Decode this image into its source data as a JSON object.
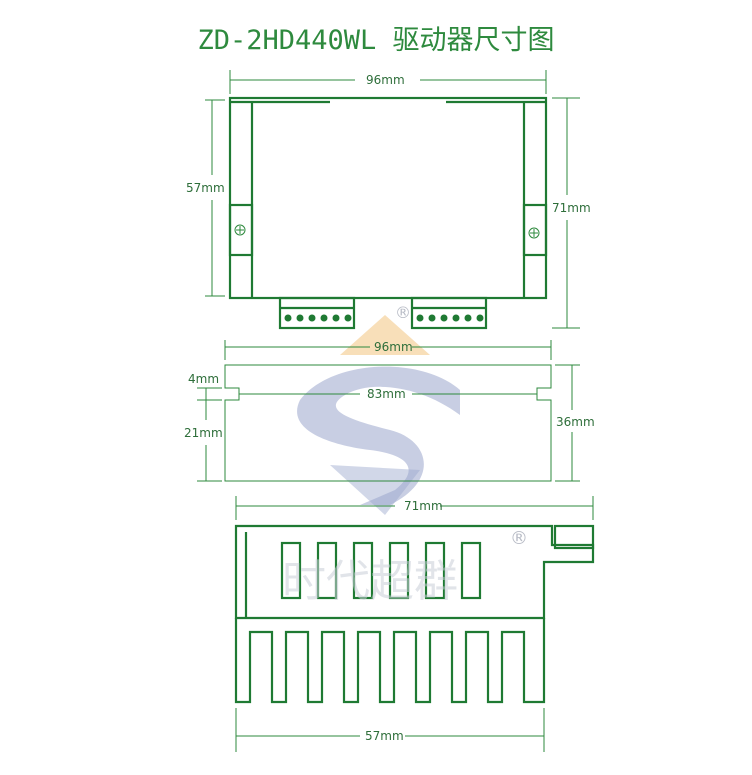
{
  "title": "ZD-2HD440WL 驱动器尺寸图",
  "top_view": {
    "width_label": "96mm",
    "left_height_label": "57mm",
    "right_height_label": "71mm"
  },
  "side_view": {
    "width_label": "96mm",
    "inner_label": "83mm",
    "slot_label": "4mm",
    "lower_label": "21mm",
    "height_label": "36mm"
  },
  "end_view": {
    "top_label": "71mm",
    "bottom_label": "57mm"
  },
  "watermark": {
    "text": "时代超群",
    "registered": "®"
  },
  "colors": {
    "line": "#1f7a33",
    "text": "#2e8a3e",
    "watermark_blue": "#9aa6cc",
    "watermark_orange": "#f3c98a"
  }
}
